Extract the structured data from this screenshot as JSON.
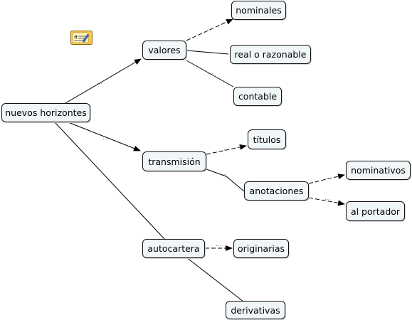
{
  "concepts": {
    "root": "nuevos horizontes",
    "valores": "valores",
    "nominales": "nominales",
    "real": "real o razonable",
    "contable": "contable",
    "transmision": "transmisión",
    "titulos": "títulos",
    "anotaciones": "anotaciones",
    "nominativos": "nominativos",
    "portador": "al portador",
    "autocartera": "autocartera",
    "originarias": "originarias",
    "derivativas": "derivativas"
  },
  "links": {
    "root_valores": "...",
    "root_transmision": "...",
    "root_autocartera": "...",
    "valores_nominales": "...",
    "valores_real": "...",
    "valores_contable": "...",
    "transmision_titulos": "...",
    "transmision_anotaciones": "...",
    "anotaciones_nominativos": "...",
    "anotaciones_portador": "...",
    "autocartera_originarias": "...",
    "autocartera_derivativas": "..."
  },
  "icons": {
    "note": "annotation-note-icon"
  },
  "colors": {
    "node_fill": "#f1f6f8",
    "node_border": "#111111",
    "line": "#000000",
    "note_bg": "#f7c948"
  }
}
